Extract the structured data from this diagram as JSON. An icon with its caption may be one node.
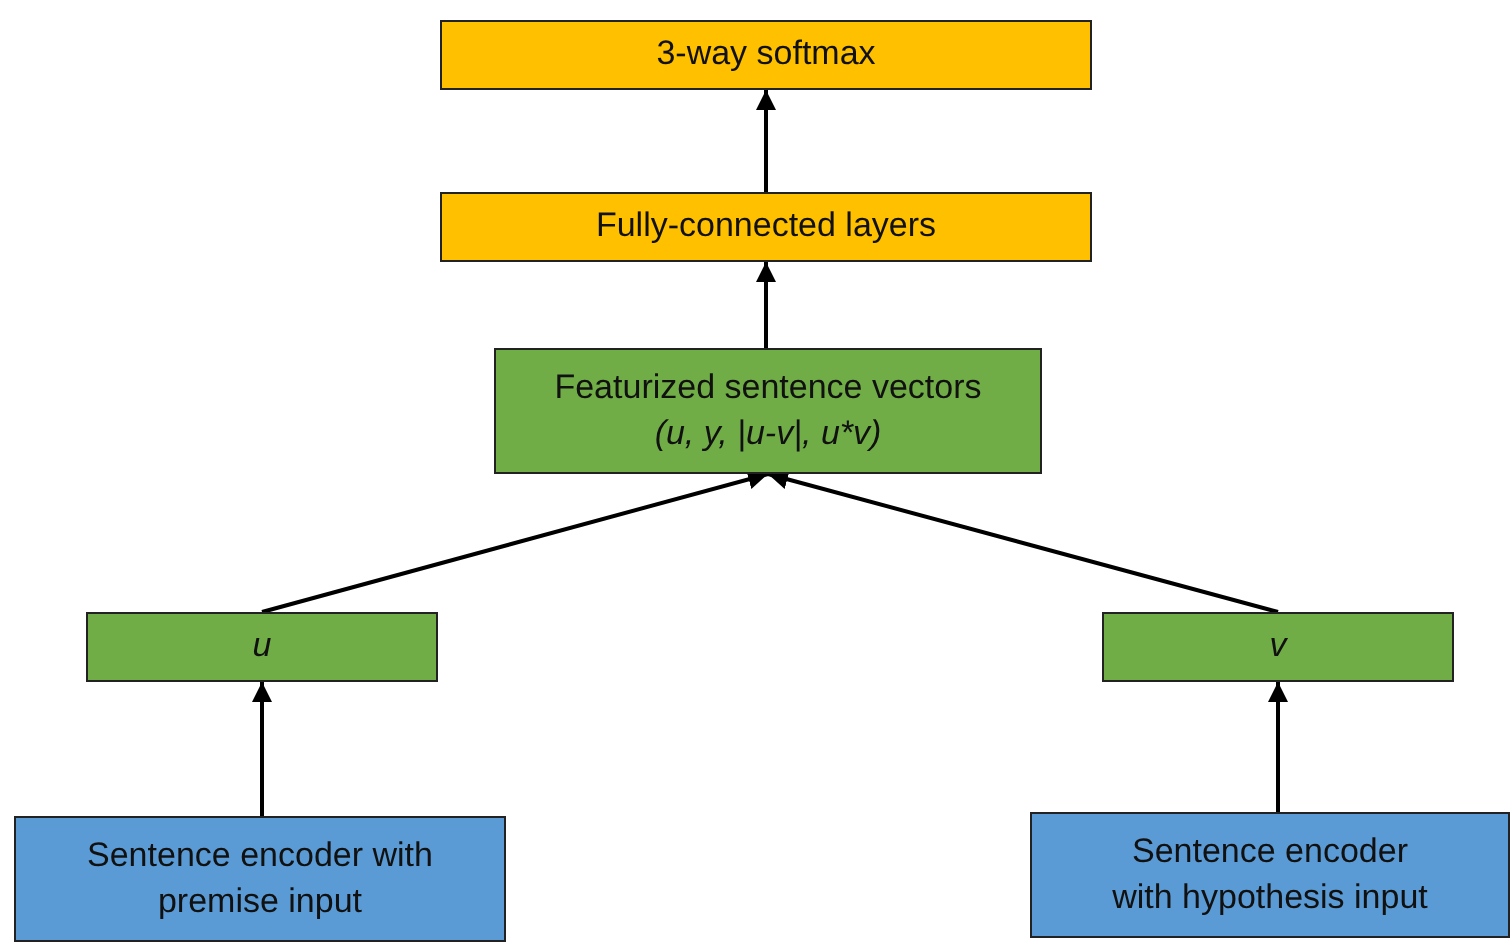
{
  "diagram": {
    "nodes": [
      {
        "text": [
          "3-way softmax"
        ]
      },
      {
        "text": [
          "Fully-connected layers"
        ]
      },
      {
        "text": [
          "Featurized sentence vectors",
          "(u, y, |u-v|, u*v)"
        ]
      },
      {
        "text": [
          "u"
        ]
      },
      {
        "text": [
          "v"
        ]
      },
      {
        "text": [
          "Sentence encoder with premise input"
        ]
      },
      {
        "text": [
          "Sentence encoder with hypothesis input"
        ]
      }
    ],
    "edges": [
      {
        "from": 5,
        "to": 3,
        "arrow": "to"
      },
      {
        "from": 6,
        "to": 4,
        "arrow": "to"
      },
      {
        "from": 3,
        "to": 2,
        "arrow": "to"
      },
      {
        "from": 4,
        "to": 2,
        "arrow": "to"
      },
      {
        "from": 2,
        "to": 1,
        "arrow": "to"
      },
      {
        "from": 1,
        "to": 0,
        "arrow": "to"
      }
    ]
  }
}
